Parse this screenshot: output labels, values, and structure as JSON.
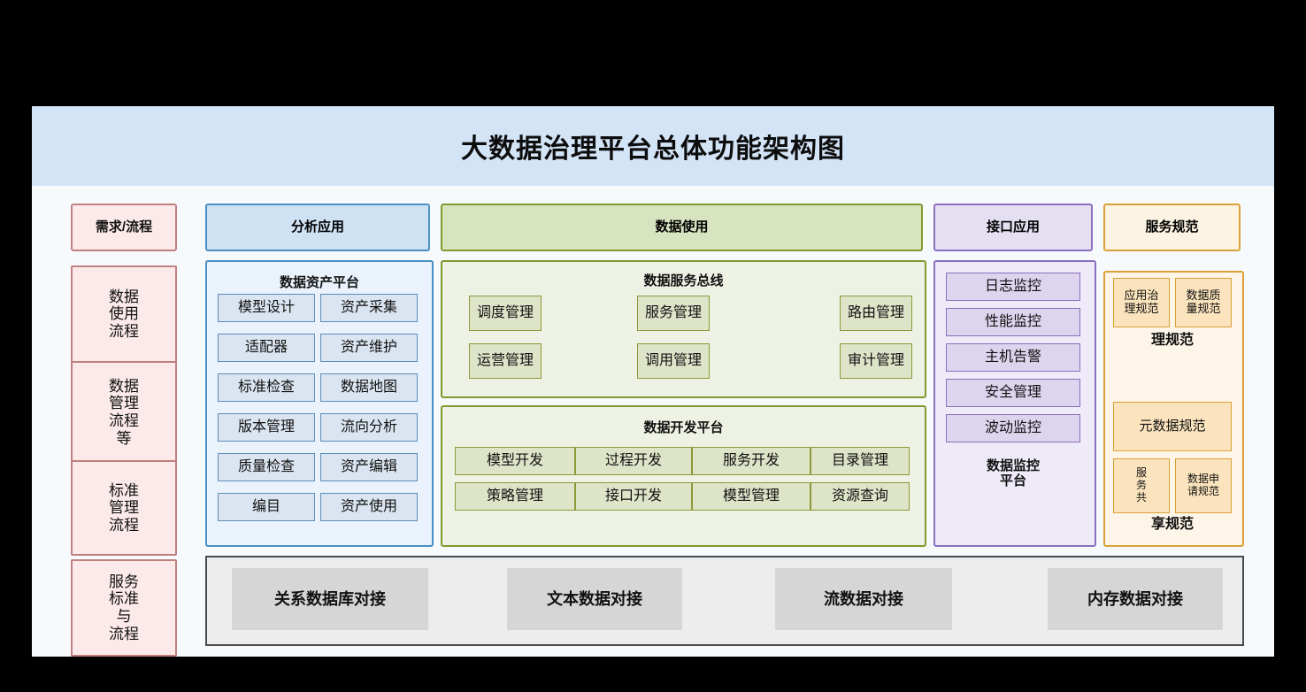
{
  "header": {
    "title": "大数据治理平台总体功能架构图"
  },
  "left_column": {
    "banner": "需求/流程",
    "items": [
      "数据\n使用\n流程",
      "数据\n管理\n流程\n等",
      "标准\n管理\n流程",
      "服务\n标准\n与\n流程"
    ]
  },
  "analysis_column": {
    "banner": "分析应用",
    "panel_title": "数据资产平台",
    "items": [
      "模型设计",
      "资产采集",
      "适配器",
      "资产维护",
      "标准检查",
      "数据地图",
      "版本管理",
      "流向分析",
      "质量检查",
      "资产编辑",
      "编目",
      "资产使用"
    ]
  },
  "usage_column": {
    "banner": "数据使用",
    "bus": {
      "panel_title": "数据服务总线",
      "items": [
        "调度管理",
        "服务管理",
        "路由管理",
        "运营管理",
        "调用管理",
        "审计管理"
      ]
    },
    "dev": {
      "panel_title": "数据开发平台",
      "items": [
        "模型开发",
        "过程开发",
        "服务开发",
        "目录管理",
        "策略管理",
        "接口开发",
        "模型管理",
        "资源查询"
      ]
    }
  },
  "interface_column": {
    "banner": "接口应用",
    "items": [
      "日志监控",
      "性能监控",
      "主机告警",
      "安全管理",
      "波动监控"
    ],
    "panel_title": "数据监控\n平台"
  },
  "spec_column": {
    "banner": "服务规范",
    "row1": [
      "应用治\n理规范",
      "数据质\n量规范"
    ],
    "label1": "理规范",
    "meta": "元数据规范",
    "row2": [
      "服\n务\n共",
      "数据申\n请规范"
    ],
    "label2": "享规范"
  },
  "bottom_bar": {
    "items": [
      "关系数据库对接",
      "文本数据对接",
      "流数据对接",
      "内存数据对接"
    ]
  },
  "colors": {
    "header_band": "#d4e4f7",
    "canvas": "#f7fafd",
    "pink": "#c08080",
    "blue": "#4a90c4",
    "green": "#7f9a2e",
    "purple": "#8a6fbe",
    "yellow": "#d9a137",
    "grey": "#4a4a4a"
  }
}
